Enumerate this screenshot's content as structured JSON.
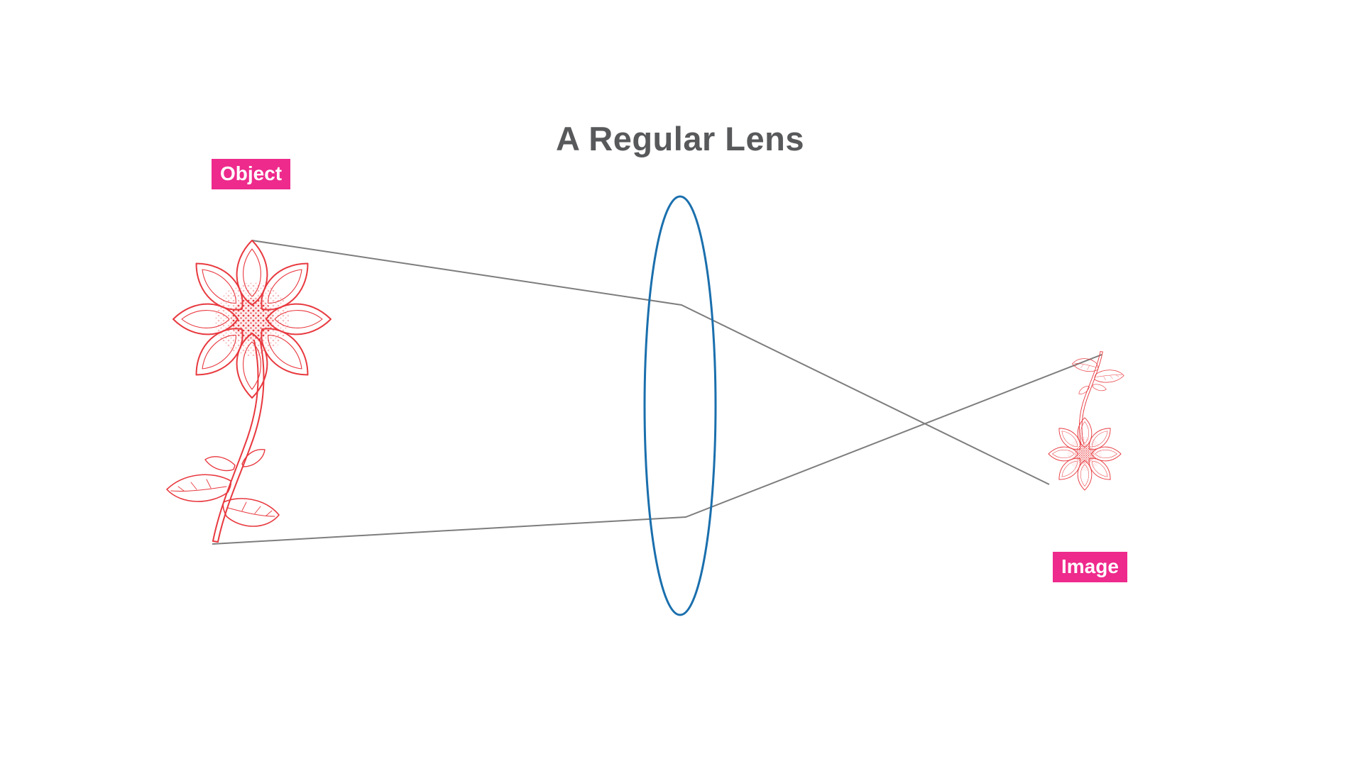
{
  "diagram": {
    "title": "A Regular Lens",
    "object_label": "Object",
    "image_label": "Image"
  },
  "colors": {
    "background": "#ffffff",
    "title_text": "#58595b",
    "label_background": "#ee2a8c",
    "label_text": "#ffffff",
    "lens_stroke": "#1a6fad",
    "flower_red": "#e8393f",
    "ray_gray": "#7d7d7d"
  }
}
